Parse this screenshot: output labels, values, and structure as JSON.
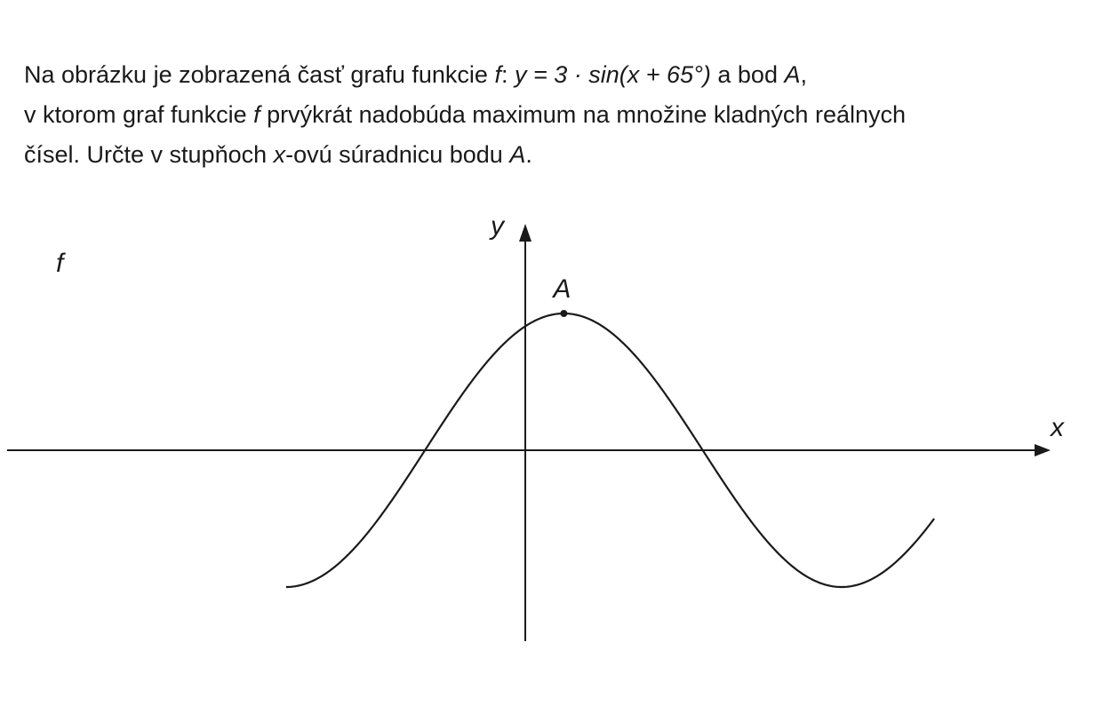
{
  "problem": {
    "line1": {
      "t1": "Na obrázku je zobrazená časť grafu funkcie",
      "fname": "f",
      "colon": ":",
      "formula": "y = 3 · sin(x + 65°)",
      "t2": "a bod",
      "point": "A",
      "t3": ","
    },
    "line2": {
      "t1": "v ktorom graf funkcie",
      "fname": "f",
      "t2": "prvýkrát nadobúda maximum na množine kladných reálnych"
    },
    "line3": {
      "t1": "čísel. Určte v stupňoch",
      "var": "x",
      "t2": "-ovú súradnicu bodu",
      "point": "A",
      "t3": "."
    }
  },
  "graph": {
    "x_axis_label": "x",
    "y_axis_label": "y",
    "curve_label": "f",
    "point_label": "A"
  },
  "chart_data": {
    "type": "line",
    "function": "y = 3 · sin(x + 65°)",
    "amplitude": 3,
    "phase_shift_deg": 65,
    "period_deg": 360,
    "x_range_deg": [
      -155,
      265
    ],
    "y_range": [
      -3,
      3
    ],
    "marked_point": {
      "label": "A",
      "x": 25,
      "y": 3
    },
    "x_axis_label": "x",
    "y_axis_label": "y",
    "curve_label": "f"
  }
}
